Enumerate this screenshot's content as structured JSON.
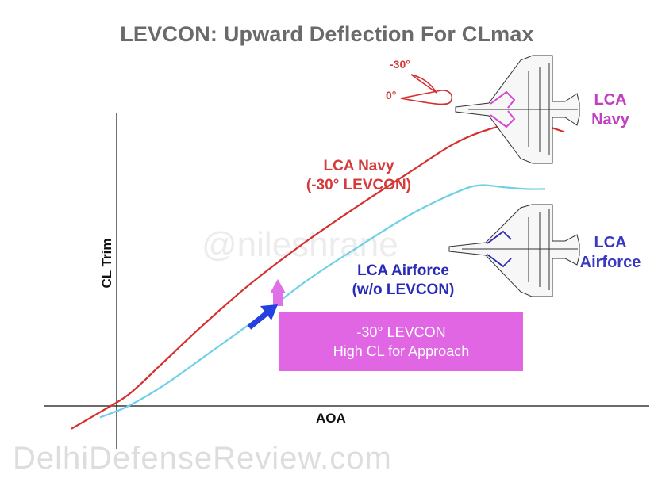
{
  "chart_data": {
    "type": "line",
    "title": "LEVCON: Upward Deflection For CLmax",
    "xlabel": "AOA",
    "ylabel": "CL Trim",
    "series": [
      {
        "name": "LCA Navy (-30° LEVCON)",
        "color": "#d62f2f",
        "points": [
          [
            -0.19,
            -0.12
          ],
          [
            -0.08,
            -0.04
          ],
          [
            0.05,
            0.06
          ],
          [
            0.18,
            0.21
          ],
          [
            0.35,
            0.41
          ],
          [
            0.55,
            0.63
          ],
          [
            0.78,
            0.85
          ],
          [
            1.0,
            1.04
          ],
          [
            1.22,
            1.22
          ],
          [
            1.42,
            1.38
          ],
          [
            1.58,
            1.46
          ],
          [
            1.7,
            1.48
          ],
          [
            1.8,
            1.47
          ],
          [
            1.88,
            1.44
          ]
        ]
      },
      {
        "name": "LCA Airforce (w/o LEVCON)",
        "color": "#6fd0e6",
        "points": [
          [
            -0.07,
            -0.06
          ],
          [
            0.05,
            0.0
          ],
          [
            0.2,
            0.11
          ],
          [
            0.38,
            0.27
          ],
          [
            0.58,
            0.45
          ],
          [
            0.8,
            0.66
          ],
          [
            1.02,
            0.84
          ],
          [
            1.24,
            1.01
          ],
          [
            1.44,
            1.13
          ],
          [
            1.53,
            1.16
          ],
          [
            1.62,
            1.15
          ],
          [
            1.72,
            1.14
          ],
          [
            1.8,
            1.14
          ]
        ]
      }
    ],
    "annotations": [
      {
        "text_line1": "-30° LEVCON",
        "text_line2": "High CL for Approach"
      }
    ],
    "ylim": [
      -0.2,
      1.96
    ],
    "xlim": [
      -0.27,
      2.0
    ],
    "grid": false,
    "legend": "none"
  },
  "labels": {
    "navy_curve": [
      "LCA Navy",
      "(-30° LEVCON)"
    ],
    "airforce_curve": [
      "LCA Airforce",
      "(w/o LEVCON)"
    ],
    "navy_plane": [
      "LCA",
      "Navy"
    ],
    "airforce_plane": [
      "LCA",
      "Airforce"
    ],
    "levcon_up": "-30°",
    "levcon_zero": "0°"
  },
  "callout": {
    "line1": "-30° LEVCON",
    "line2": "High CL for Approach"
  },
  "watermarks": {
    "handle": "@nileshrane",
    "site": "DelhiDefenseReview.com"
  },
  "colors": {
    "navy_text": "#d63a3a",
    "navy_plane_text": "#c040c0",
    "airforce_text": "#3a3ac0",
    "callout_bg": "#e066e3",
    "arrow_blue": "#2440e0",
    "arrow_pink": "#e070e8"
  }
}
